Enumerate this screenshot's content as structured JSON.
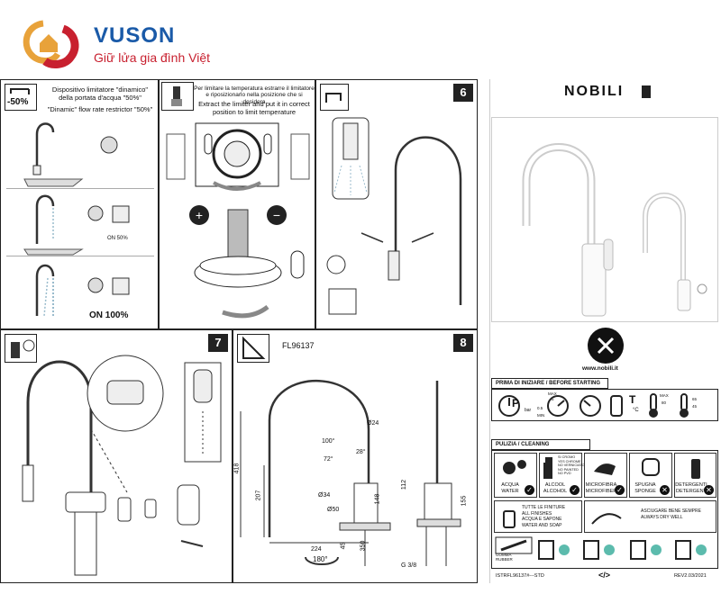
{
  "brand": {
    "name": "VUSON",
    "tagline": "Giữ lửa gia đình Việt"
  },
  "panel5": {
    "badge": "-50%",
    "it_text": "Dispositivo limitatore \"dinamico\" della portata d'acqua \"50%\"",
    "en_text": "\"Dinamic\" flow rate restrictor \"50%\"",
    "label_on50": "ON 50%",
    "label_on100": "ON 100%"
  },
  "panelLimiter": {
    "it_text": "Per limitare la temperatura estrarre il limitatore e riposizionarlo nella posizione che si desidera",
    "en_text": "Extract the limiter and put it in correct position to limit temperature"
  },
  "panel6": {
    "step": "6"
  },
  "panel7": {
    "step": "7"
  },
  "panel8": {
    "step": "8",
    "model": "FL96137",
    "dims": [
      "418",
      "207",
      "224",
      "350",
      "45",
      "148",
      "112",
      "155",
      "Ø24",
      "Ø34",
      "Ø50",
      "100°",
      "72°",
      "28°",
      "180°",
      "G 3/8"
    ]
  },
  "rightPanel": {
    "brand": "NOBILI",
    "website": "www.nobili.it",
    "start_header": "PRIMA DI INIZIARE / BEFORE STARTING",
    "start_icons": {
      "p": "P",
      "bar": "bar",
      "max": "MAX",
      "min": "MIN",
      "v05": "0.5",
      "v5": "5",
      "t": "T",
      "degc": "°C",
      "max80": "MAX",
      "v80": "80",
      "v65": "65",
      "v45": "45"
    },
    "clean_header": "PULIZIA / CLEANING",
    "clean_items": [
      {
        "it": "ACQUA",
        "en": "WATER"
      },
      {
        "it": "ALCOOL",
        "en": "ALCOHOL"
      },
      {
        "it": "MICROFIBRA",
        "en": "MICROFIBER"
      },
      {
        "it": "SPUGNA",
        "en": "SPONGE"
      },
      {
        "it": "DETERGENTI",
        "en": "DETERGENT"
      }
    ],
    "chrome_note": "SI CROMO\nYES CHROME\nNO VERNICIATO\nNO PAINTED\nNO PVD",
    "finish_note": "TUTTE LE FINITURE\nALL FINISHES\nACQUA E SAPONE\nWATER AND SOAP",
    "dry_note": "ASCIUGARE BENE SEMPRE\nALWAYS DRY WELL",
    "rubber_note": "GOMMA\nRUBBER",
    "footer_code": "ISTRFL96137#---STD",
    "footer_rev": "REV2.03/2021"
  }
}
